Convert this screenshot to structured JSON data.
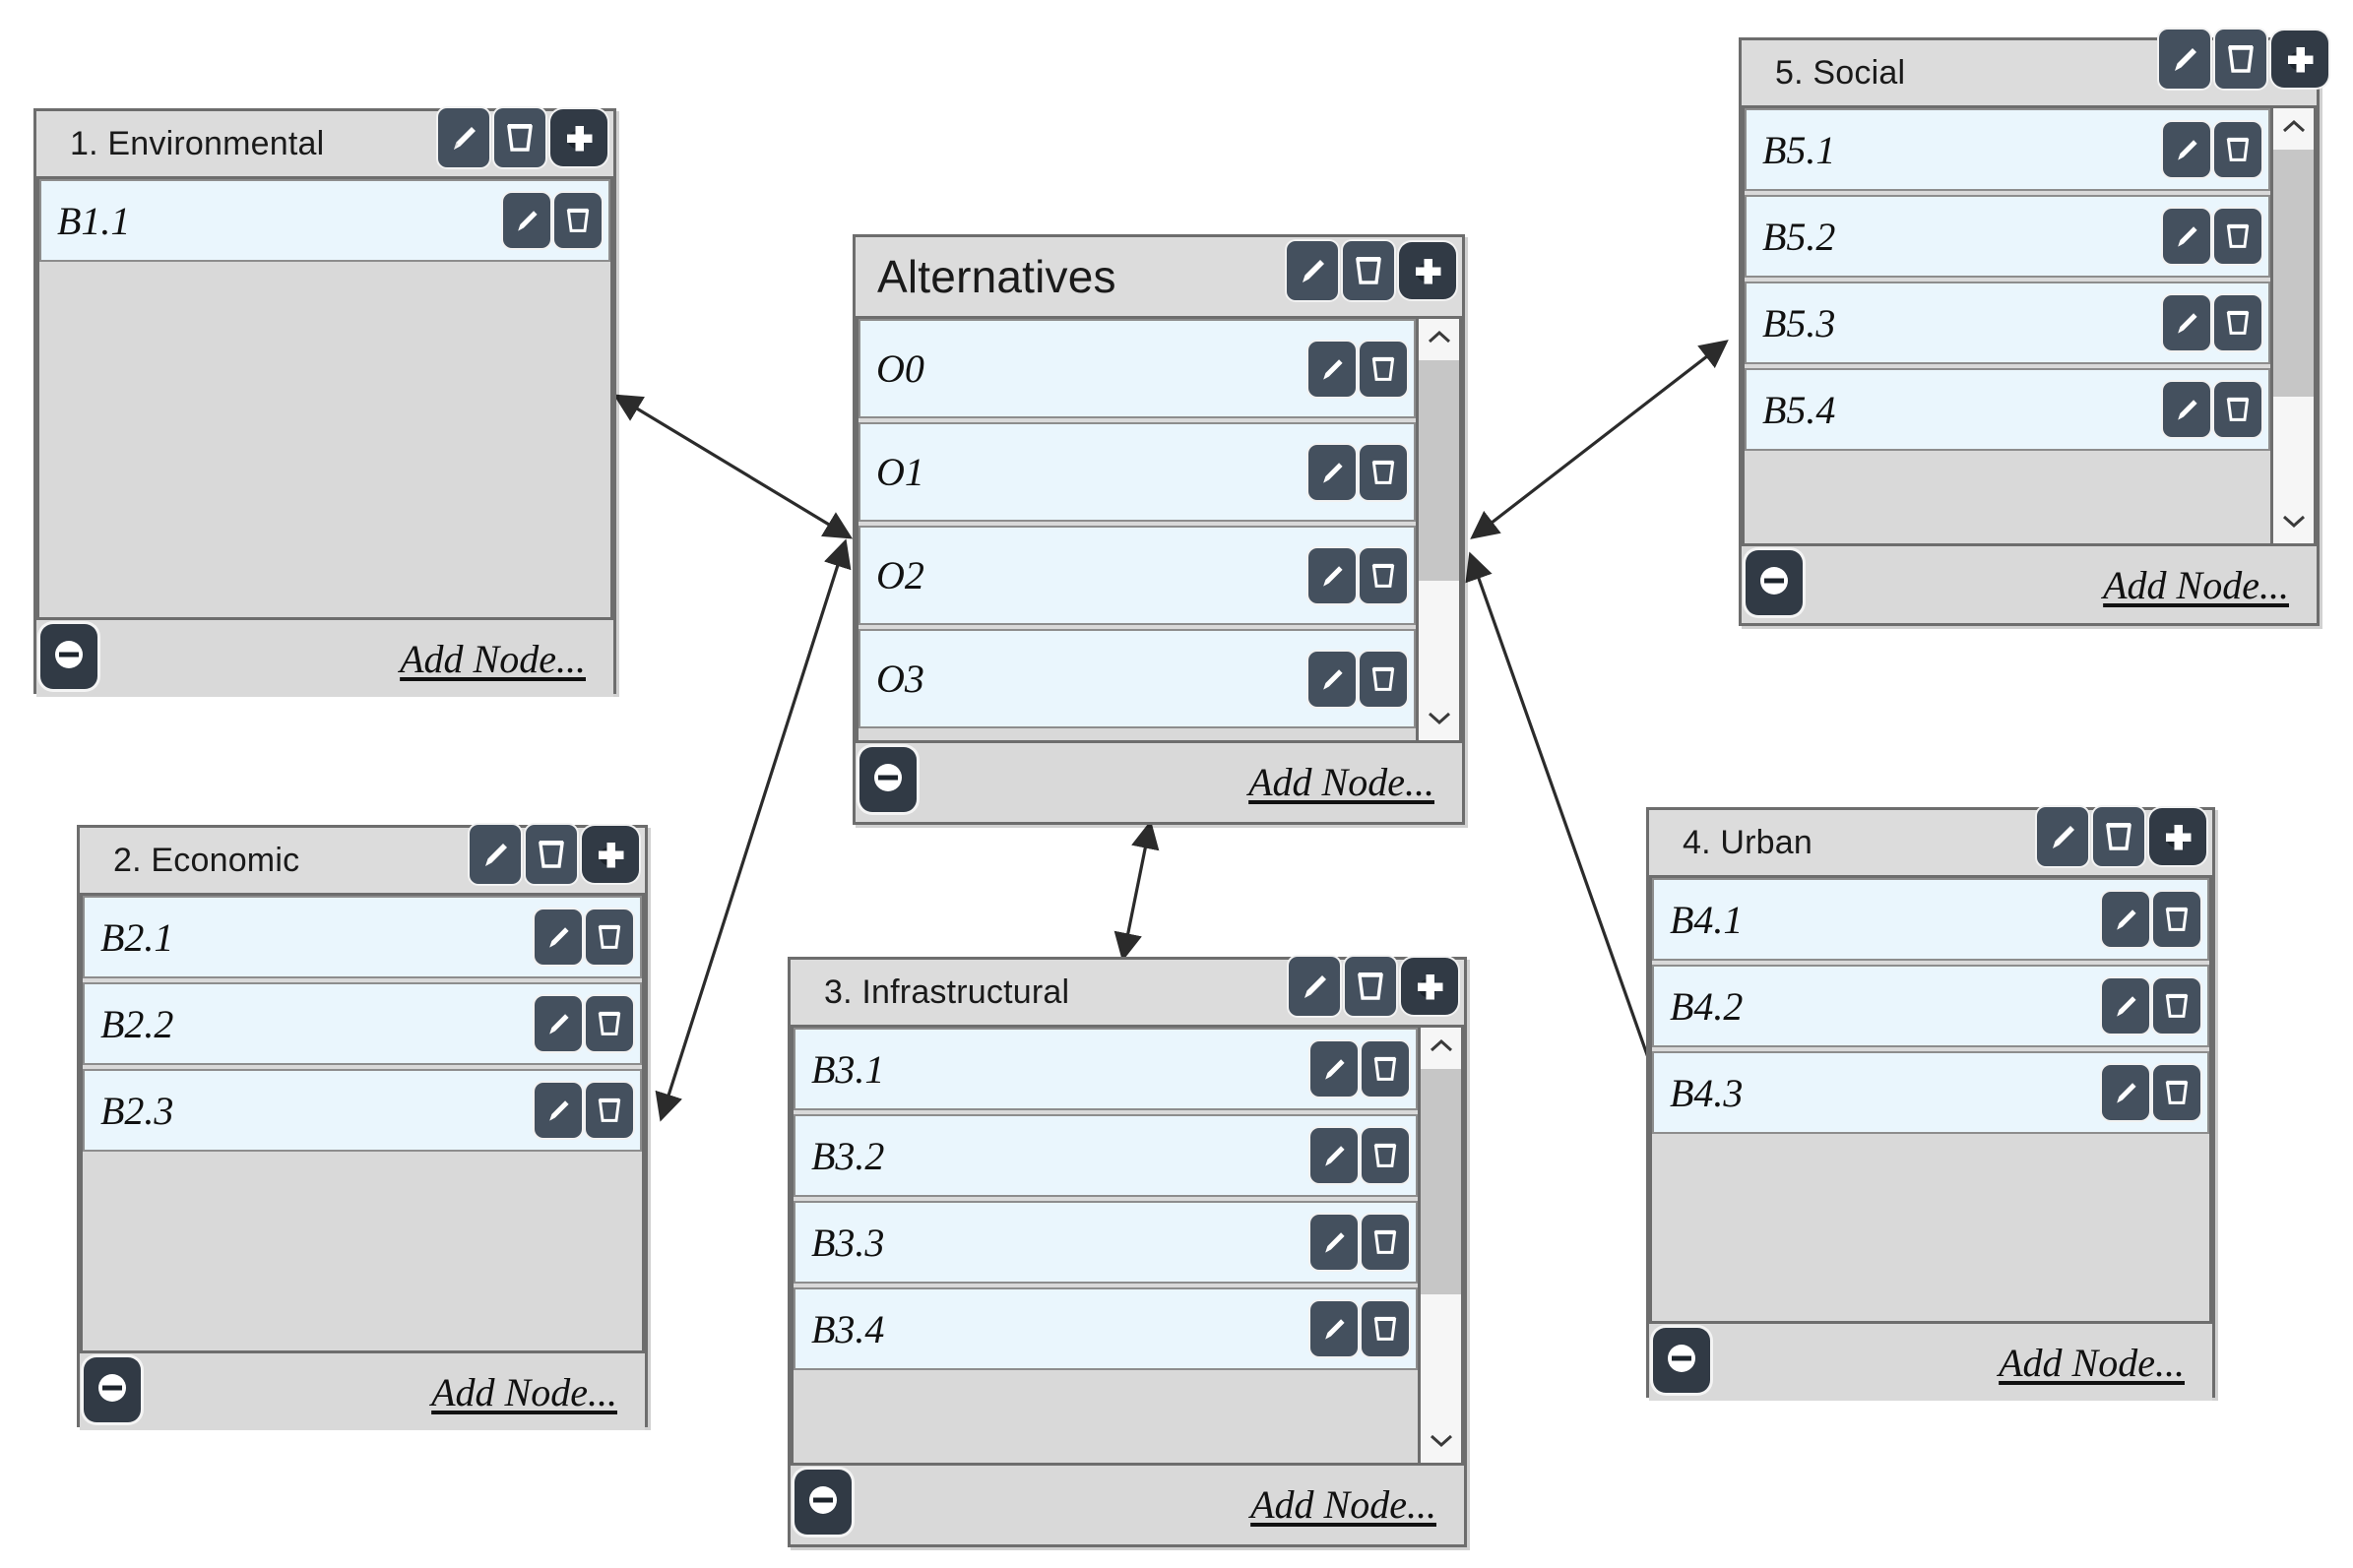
{
  "diagram": {
    "type": "network-structure-editor",
    "background_color": "#ffffff",
    "accent_color": "#44505e",
    "row_fill_color": "#eaf6fd",
    "panel_fill_color": "#d9d9d9"
  },
  "icons": {
    "edit": "pencil-icon",
    "delete": "trash-icon",
    "add": "plus-circle-icon",
    "collapse": "minus-circle-icon",
    "scroll_up": "chevron-up-icon",
    "scroll_down": "chevron-down-icon"
  },
  "labels": {
    "add_node": "Add Node..."
  },
  "panels": [
    {
      "id": "environmental",
      "title": "1. Environmental",
      "nodes": [
        "B1.1"
      ],
      "has_scrollbar": false,
      "add_node": "Add Node..."
    },
    {
      "id": "economic",
      "title": "2. Economic",
      "nodes": [
        "B2.1",
        "B2.2",
        "B2.3"
      ],
      "has_scrollbar": false,
      "add_node": "Add Node..."
    },
    {
      "id": "infrastructural",
      "title": "3. Infrastructural",
      "nodes": [
        "B3.1",
        "B3.2",
        "B3.3",
        "B3.4"
      ],
      "has_scrollbar": true,
      "add_node": "Add Node..."
    },
    {
      "id": "urban",
      "title": "4. Urban",
      "nodes": [
        "B4.1",
        "B4.2",
        "B4.3"
      ],
      "has_scrollbar": false,
      "add_node": "Add Node..."
    },
    {
      "id": "social",
      "title": "5. Social",
      "nodes": [
        "B5.1",
        "B5.2",
        "B5.3",
        "B5.4"
      ],
      "has_scrollbar": true,
      "add_node": "Add Node..."
    },
    {
      "id": "alternatives",
      "title": "Alternatives",
      "nodes": [
        "O0",
        "O1",
        "O2",
        "O3"
      ],
      "has_scrollbar": true,
      "add_node": "Add Node..."
    }
  ],
  "connections": [
    {
      "from": "alternatives",
      "to": "environmental",
      "style": "double-arrow"
    },
    {
      "from": "alternatives",
      "to": "economic",
      "style": "double-arrow"
    },
    {
      "from": "alternatives",
      "to": "infrastructural",
      "style": "double-arrow"
    },
    {
      "from": "alternatives",
      "to": "urban",
      "style": "double-arrow"
    },
    {
      "from": "alternatives",
      "to": "social",
      "style": "double-arrow"
    }
  ]
}
